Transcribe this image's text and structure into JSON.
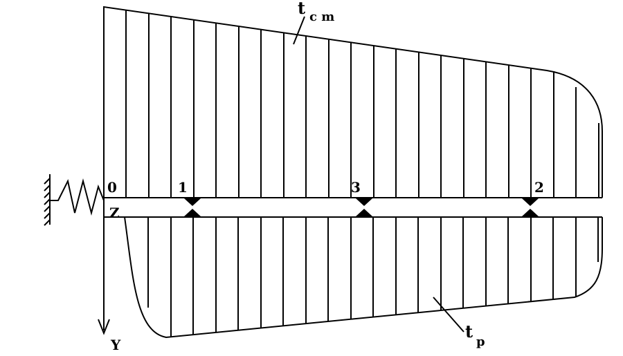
{
  "labels": {
    "top_curve": "t",
    "top_curve_sub": "c m",
    "bottom_curve": "t",
    "bottom_curve_sub": "p",
    "origin": "0",
    "axis_z": "Z",
    "axis_y": "Y",
    "support_1": "1",
    "support_3": "3",
    "support_2": "2"
  },
  "colors": {
    "ink": "#000000",
    "background": "#ffffff"
  }
}
